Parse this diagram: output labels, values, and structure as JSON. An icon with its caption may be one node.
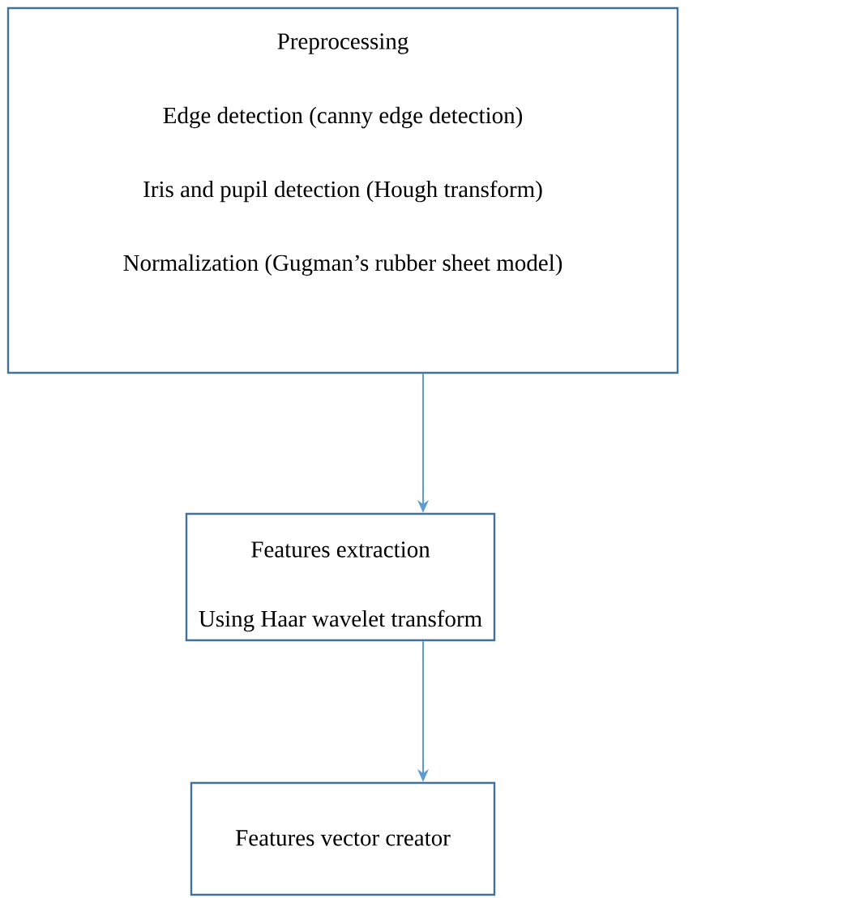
{
  "diagram": {
    "nodes": [
      {
        "text": [
          "Preprocessing",
          "Edge detection (canny edge detection)",
          "Iris and pupil detection (Hough transform)",
          "Normalization (Gugman’s rubber sheet model)"
        ]
      },
      {
        "text": [
          "Features extraction",
          "Using Haar wavelet transform"
        ]
      },
      {
        "text": [
          "Features vector creator"
        ]
      }
    ],
    "edges": [
      {
        "from": 0,
        "to": 1,
        "arrow": "to"
      },
      {
        "from": 1,
        "to": 2,
        "arrow": "to"
      }
    ]
  }
}
